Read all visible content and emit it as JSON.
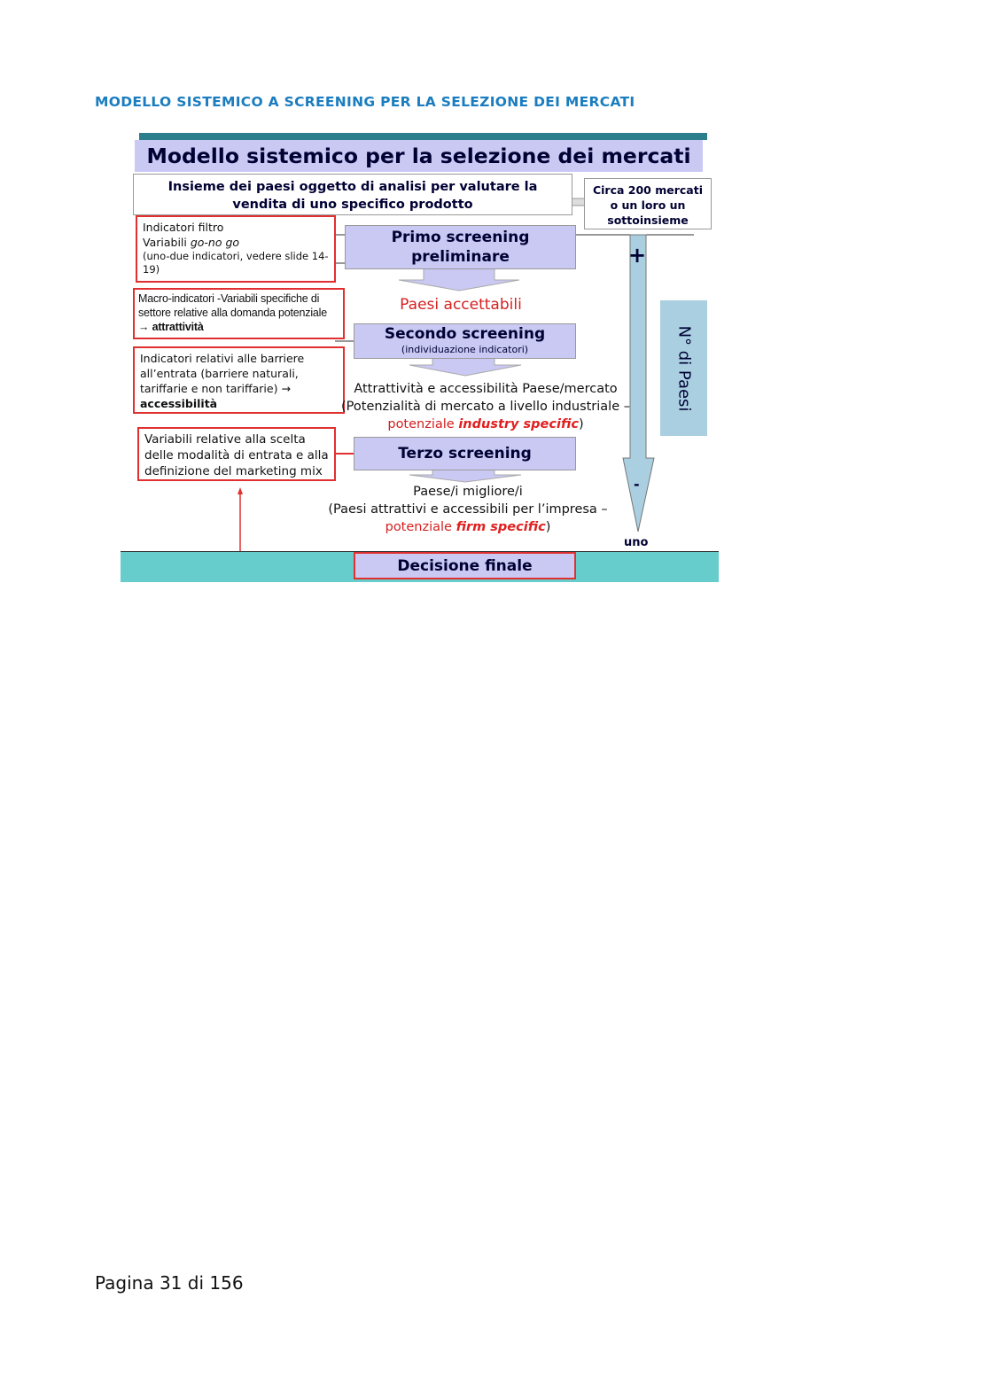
{
  "heading": "MODELLO SISTEMICO A SCREENING PER LA SELEZIONE DEI MERCATI",
  "slide": {
    "title": "Modello sistemico per la selezione dei mercati",
    "insieme": [
      "Insieme dei paesi oggetto di analisi per valutare la",
      "vendita di uno specifico prodotto"
    ],
    "circa": [
      "Circa 200 mercati",
      "o un loro un",
      "sottoinsieme"
    ],
    "left_boxes": {
      "b1": {
        "l1": "Indicatori filtro",
        "l2a": "Variabili ",
        "l2b": "go-no go",
        "l3": "(uno-due indicatori, vedere slide 14-19)"
      },
      "b2": {
        "t1": "Macro-indicatori -Variabili specifiche di settore relative alla domanda potenziale → ",
        "t2": "attrattività"
      },
      "b3": {
        "t1": "Indicatori relativi alle barriere all’entrata (barriere naturali, tariffarie e non tariffarie) → ",
        "t2": "accessibilità"
      },
      "b4": "Variabili relative alla scelta delle modalità di entrata e alla definizione del marketing mix"
    },
    "primo": [
      "Primo screening",
      "preliminare"
    ],
    "paesi_accettabili": "Paesi accettabili",
    "secondo": {
      "title": "Secondo screening",
      "sub": "(individuazione indicatori)"
    },
    "attr": {
      "l1": "Attrattività e accessibilità Paese/mercato",
      "l2": "(Potenzialità di mercato a livello industriale –",
      "l3a": "potenziale ",
      "l3b": "industry specific",
      "l3c": ")"
    },
    "terzo": "Terzo screening",
    "migliori": {
      "l1": "Paese/i migliore/i",
      "l2": "(Paesi attrattivi e accessibili per l’impresa –",
      "l3a": "potenziale ",
      "l3b": "firm specific",
      "l3c": ")"
    },
    "plus": "+",
    "minus": "-",
    "uno": "uno",
    "n_paesi": "N° di Paesi",
    "decisione": "Decisione finale"
  },
  "colors": {
    "heading": "#1b7dbf",
    "lavender": "#c9c9f4",
    "teal": "#66cccc",
    "red": "#e03030",
    "arrow": "#a9cfe0"
  },
  "footer": "Pagina 31 di 156"
}
